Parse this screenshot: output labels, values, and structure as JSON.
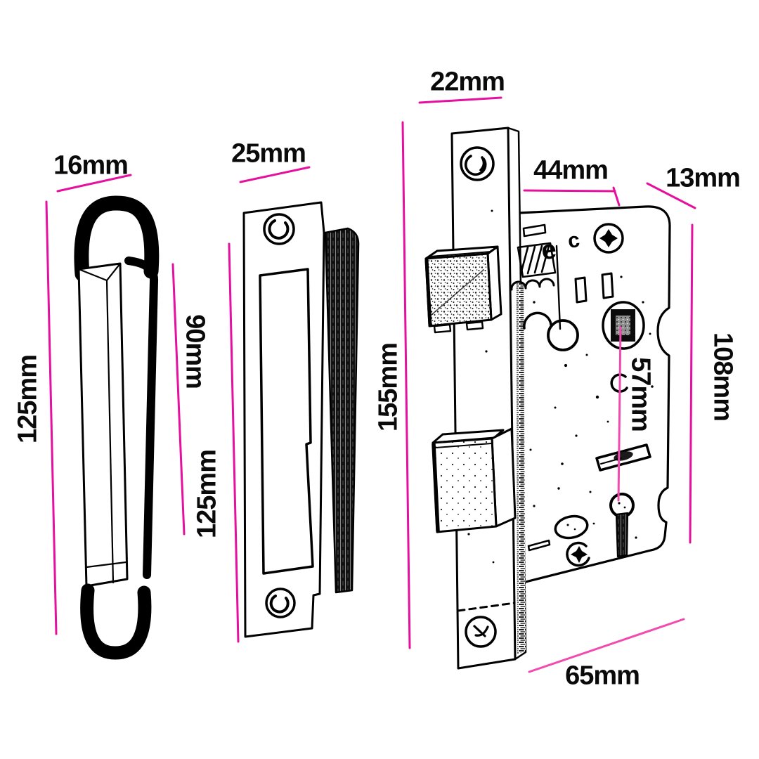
{
  "figure": {
    "title": "Mortice lock parts dimension drawing",
    "background_color": "#ffffff",
    "ink_color": "#000000",
    "dimension_line_color": "#e5109e",
    "dimension_line_color_light": "#f14bb0",
    "unit": "mm"
  },
  "labels": [
    {
      "id": "dust-box-width",
      "text": "16mm"
    },
    {
      "id": "strike-plate-width",
      "text": "25mm"
    },
    {
      "id": "faceplate-width",
      "text": "22mm"
    },
    {
      "id": "backset",
      "text": "44mm"
    },
    {
      "id": "case-corner-offset",
      "text": "13mm"
    },
    {
      "id": "dust-box-height",
      "text": "125mm"
    },
    {
      "id": "dust-box-depth",
      "text": "90mm"
    },
    {
      "id": "strike-plate-height",
      "text": "125mm"
    },
    {
      "id": "faceplate-height",
      "text": "155mm"
    },
    {
      "id": "spindle-to-keyhole",
      "text": "57mm"
    },
    {
      "id": "case-height",
      "text": "108mm"
    },
    {
      "id": "case-depth",
      "text": "65mm"
    }
  ],
  "case_markings": [
    "e",
    "c"
  ]
}
